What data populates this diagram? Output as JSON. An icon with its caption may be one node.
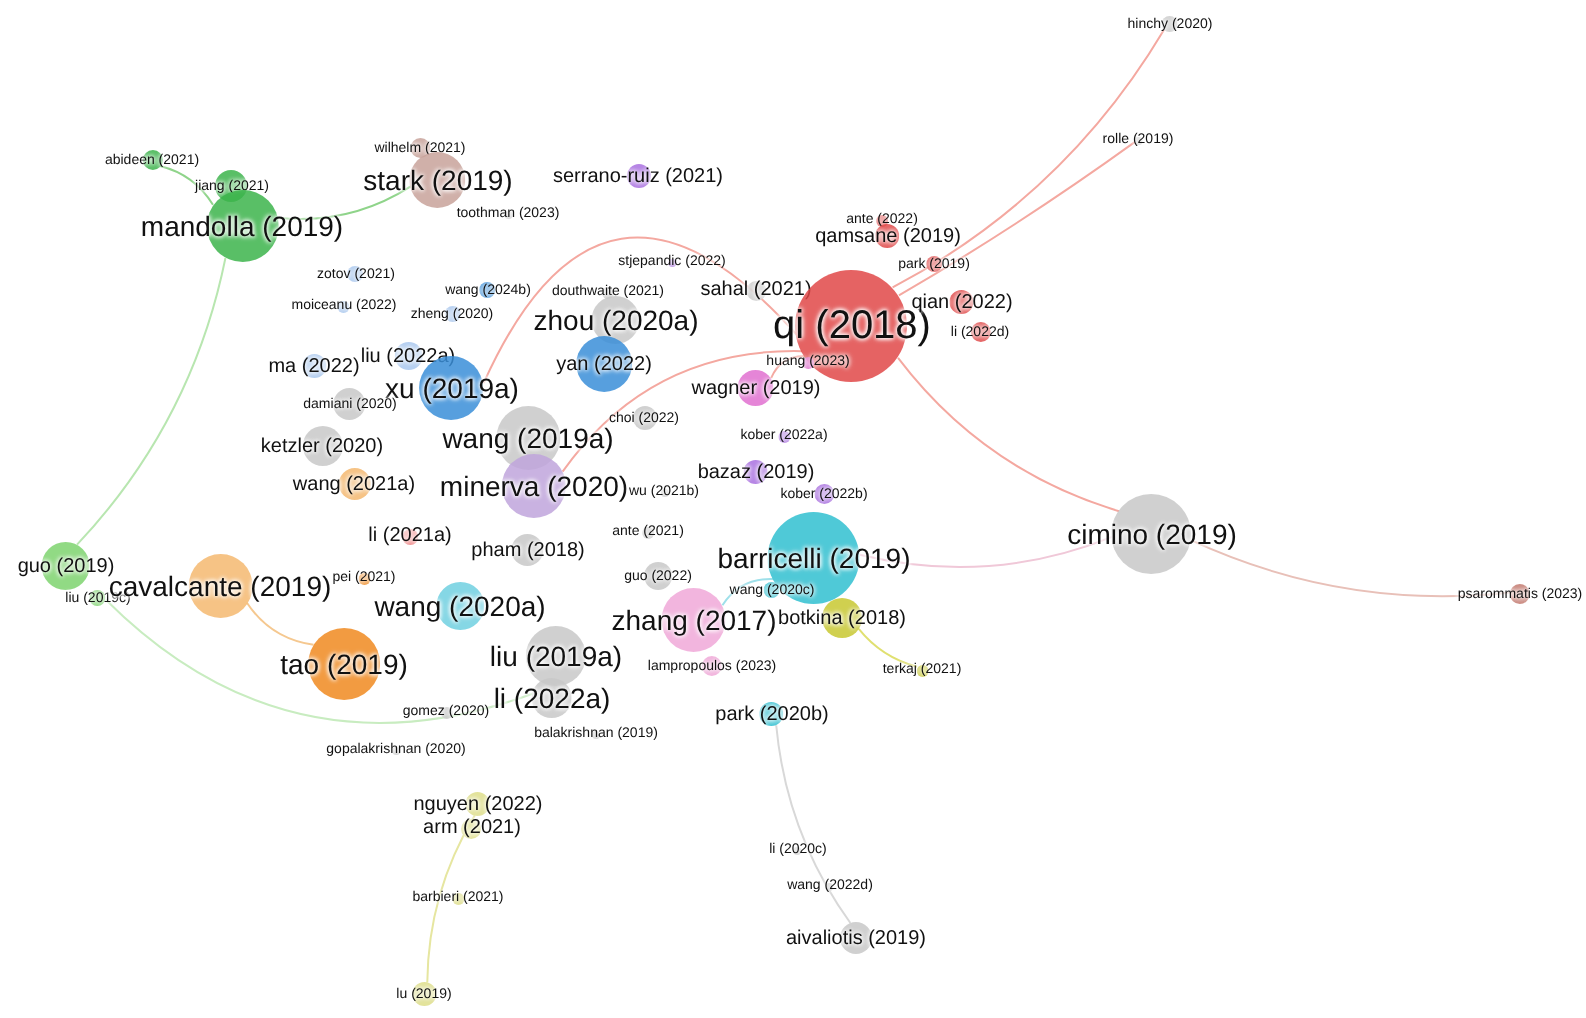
{
  "diagram": {
    "nodes": [
      {
        "text": [
          "abideen (2021)"
        ]
      },
      {
        "text": [
          "jiang (2021)"
        ]
      },
      {
        "text": [
          "mandolla (2019)"
        ]
      },
      {
        "text": [
          "wilhelm (2021)"
        ]
      },
      {
        "text": [
          "stark (2019)"
        ]
      },
      {
        "text": [
          "serrano-ruiz (2021)"
        ]
      },
      {
        "text": [
          "toothman (2023)"
        ]
      },
      {
        "text": [
          "zotov (2021)"
        ]
      },
      {
        "text": [
          "moiceanu (2022)"
        ]
      },
      {
        "text": [
          "zheng (2020)"
        ]
      },
      {
        "text": [
          "wang (2024b)"
        ]
      },
      {
        "text": [
          "douthwaite (2021)"
        ]
      },
      {
        "text": [
          "stjepandic (2022)"
        ]
      },
      {
        "text": [
          "sahal (2021)"
        ]
      },
      {
        "text": [
          "zhou (2020a)"
        ]
      },
      {
        "text": [
          "qi (2018)"
        ]
      },
      {
        "text": [
          "ante (2022)"
        ]
      },
      {
        "text": [
          "qamsane (2019)"
        ]
      },
      {
        "text": [
          "park (2019)"
        ]
      },
      {
        "text": [
          "qian (2022)"
        ]
      },
      {
        "text": [
          "li (2022d)"
        ]
      },
      {
        "text": [
          "hinchy (2020)"
        ]
      },
      {
        "text": [
          "rolle (2019)"
        ]
      },
      {
        "text": [
          "huang (2023)"
        ]
      },
      {
        "text": [
          "wagner (2019)"
        ]
      },
      {
        "text": [
          "liu (2022a)"
        ]
      },
      {
        "text": [
          "ma (2022)"
        ]
      },
      {
        "text": [
          "yan (2022)"
        ]
      },
      {
        "text": [
          "xu (2019a)"
        ]
      },
      {
        "text": [
          "damiani (2020)"
        ]
      },
      {
        "text": [
          "choi (2022)"
        ]
      },
      {
        "text": [
          "kober (2022a)"
        ]
      },
      {
        "text": [
          "wang (2019a)"
        ]
      },
      {
        "text": [
          "ketzler (2020)"
        ]
      },
      {
        "text": [
          "bazaz (2019)"
        ]
      },
      {
        "text": [
          "wang (2021a)"
        ]
      },
      {
        "text": [
          "minerva (2020)"
        ]
      },
      {
        "text": [
          "wu (2021b)"
        ]
      },
      {
        "text": [
          "kober (2022b)"
        ]
      },
      {
        "text": [
          "li (2021a)"
        ]
      },
      {
        "text": [
          "pham (2018)"
        ]
      },
      {
        "text": [
          "ante (2021)"
        ]
      },
      {
        "text": [
          "barricelli (2019)"
        ]
      },
      {
        "text": [
          "cimino (2019)"
        ]
      },
      {
        "text": [
          "psarommatis (2023)"
        ]
      },
      {
        "text": [
          "guo (2019)"
        ]
      },
      {
        "text": [
          "liu (2019c)"
        ]
      },
      {
        "text": [
          "cavalcante (2019)"
        ]
      },
      {
        "text": [
          "pei (2021)"
        ]
      },
      {
        "text": [
          "wang (2020a)"
        ]
      },
      {
        "text": [
          "guo (2022)"
        ]
      },
      {
        "text": [
          "wang (2020c)"
        ]
      },
      {
        "text": [
          "zhang (2017)"
        ]
      },
      {
        "text": [
          "botkina (2018)"
        ]
      },
      {
        "text": [
          "tao (2019)"
        ]
      },
      {
        "text": [
          "liu (2019a)"
        ]
      },
      {
        "text": [
          "lampropoulos (2023)"
        ]
      },
      {
        "text": [
          "terkaj (2021)"
        ]
      },
      {
        "text": [
          "li (2022a)"
        ]
      },
      {
        "text": [
          "park (2020b)"
        ]
      },
      {
        "text": [
          "gomez (2020)"
        ]
      },
      {
        "text": [
          "balakrishnan (2019)"
        ]
      },
      {
        "text": [
          "gopalakrishnan (2020)"
        ]
      },
      {
        "text": [
          "nguyen (2022)"
        ]
      },
      {
        "text": [
          "arm (2021)"
        ]
      },
      {
        "text": [
          "li (2020c)"
        ]
      },
      {
        "text": [
          "wang (2022d)"
        ]
      },
      {
        "text": [
          "barbieri (2021)"
        ]
      },
      {
        "text": [
          "aivaliotis (2019)"
        ]
      },
      {
        "text": [
          "lu (2019)"
        ]
      }
    ],
    "edges": [
      {
        "from": 15,
        "to": 21,
        "arrow": "none",
        "color": "#f4a8a0"
      },
      {
        "from": 15,
        "to": 22,
        "arrow": "none",
        "color": "#f4a8a0"
      },
      {
        "from": 15,
        "to": 43,
        "arrow": "none",
        "color": "#f4a8a0"
      },
      {
        "from": 43,
        "to": 44,
        "arrow": "none",
        "color": "#e8c0b8"
      },
      {
        "from": 2,
        "to": 0,
        "arrow": "none",
        "color": "#8fd48a"
      },
      {
        "from": 2,
        "to": 4,
        "arrow": "none",
        "color": "#8fd48a"
      },
      {
        "from": 45,
        "to": 2,
        "arrow": "none",
        "color": "#b8e6b0"
      },
      {
        "from": 47,
        "to": 54,
        "arrow": "none",
        "color": "#f5c890"
      },
      {
        "from": 63,
        "to": 69,
        "arrow": "none",
        "color": "#e6e6a0"
      },
      {
        "from": 53,
        "to": 57,
        "arrow": "none",
        "color": "#e0e070"
      },
      {
        "from": 42,
        "to": 43,
        "arrow": "none",
        "color": "#f0c8d8"
      },
      {
        "from": 15,
        "to": 24,
        "arrow": "none",
        "color": "#f4a8a0"
      },
      {
        "from": 15,
        "to": 28,
        "arrow": "none",
        "color": "#f4a8a0"
      },
      {
        "from": 15,
        "to": 36,
        "arrow": "none",
        "color": "#f4a8a0"
      },
      {
        "from": 42,
        "to": 52,
        "arrow": "none",
        "color": "#9ee0ea"
      },
      {
        "from": 59,
        "to": 68,
        "arrow": "none",
        "color": "#d8d8d8"
      },
      {
        "from": 46,
        "to": 58,
        "arrow": "none",
        "color": "#c8ecc0"
      }
    ]
  }
}
